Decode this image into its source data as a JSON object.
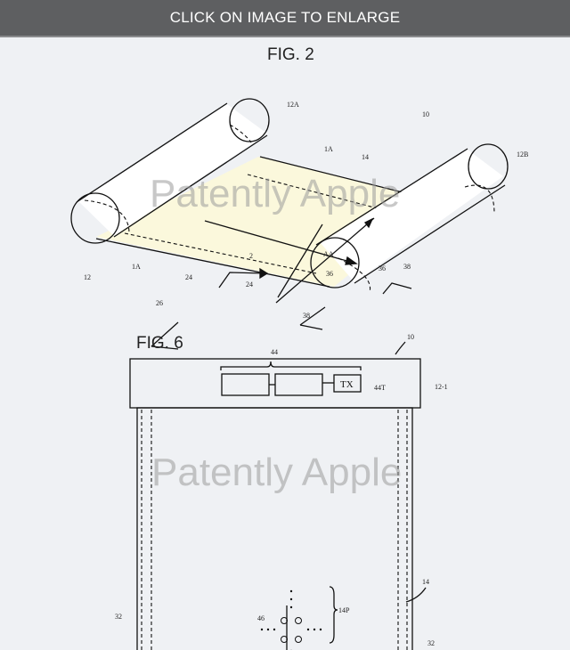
{
  "banner": {
    "label": "CLICK ON IMAGE TO ENLARGE"
  },
  "watermark": "Patently Apple",
  "fig2": {
    "title": "FIG. 2",
    "labels": {
      "l12A": "12A",
      "l10": "10",
      "l12B": "12B",
      "l1A_top": "1A",
      "l14": "14",
      "lAA": "AA",
      "l2": "2",
      "l24a": "24",
      "l36a": "36",
      "l38a": "38",
      "l12": "12",
      "l1A_bottom": "1A",
      "l24b": "24",
      "l26": "26",
      "l36b": "36",
      "l38b": "38"
    }
  },
  "fig6": {
    "title": "FIG. 6",
    "labels": {
      "l10": "10",
      "l44": "44",
      "tx": "TX",
      "l44T": "44T",
      "l12_1": "12-1",
      "l14": "14",
      "l46": "46",
      "l14P": "14P",
      "l32_left": "32",
      "l32_right": "32"
    }
  },
  "colors": {
    "banner": "#5e5f61",
    "background": "#eff1f4",
    "display": "#fbf8dc"
  }
}
